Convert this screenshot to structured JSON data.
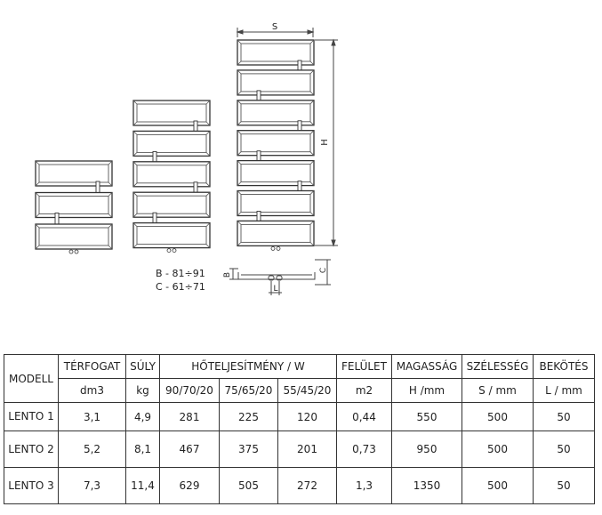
{
  "drawing": {
    "dim_s": "S",
    "dim_h": "H",
    "dim_b": "B",
    "dim_c": "C",
    "dim_l": "L",
    "note_b": "B - 81÷91",
    "note_c": "C - 61÷71"
  },
  "table": {
    "col_model": "MODELL",
    "col_volume": "TÉRFOGAT",
    "col_weight": "SÚLY",
    "col_output": "HŐTELJESÍTMÉNY / W",
    "col_surface": "FELÜLET",
    "col_height": "MAGASSÁG",
    "col_width": "SZÉLESSÉG",
    "col_connection": "BEKÖTÉS",
    "unit_volume": "dm3",
    "unit_weight": "kg",
    "unit_out1": "90/70/20",
    "unit_out2": "75/65/20",
    "unit_out3": "55/45/20",
    "unit_surface": "m2",
    "unit_height": "H /mm",
    "unit_width": "S / mm",
    "unit_connection": "L / mm",
    "rows": [
      {
        "model": "LENTO 1",
        "volume": "3,1",
        "weight": "4,9",
        "out1": "281",
        "out2": "225",
        "out3": "120",
        "surface": "0,44",
        "height": "550",
        "width": "500",
        "connection": "50"
      },
      {
        "model": "LENTO 2",
        "volume": "5,2",
        "weight": "8,1",
        "out1": "467",
        "out2": "375",
        "out3": "201",
        "surface": "0,73",
        "height": "950",
        "width": "500",
        "connection": "50"
      },
      {
        "model": "LENTO 3",
        "volume": "7,3",
        "weight": "11,4",
        "out1": "629",
        "out2": "505",
        "out3": "272",
        "surface": "1,3",
        "height": "1350",
        "width": "500",
        "connection": "50"
      }
    ]
  }
}
